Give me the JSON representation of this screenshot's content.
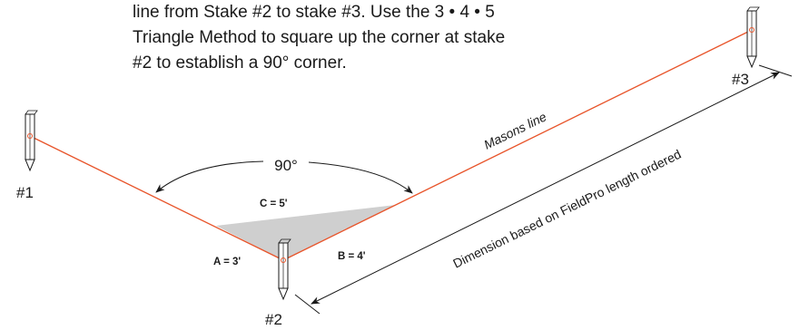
{
  "instructions": {
    "lines": [
      "line from Stake #2 to stake #3. Use the 3 • 4 • 5",
      "Triangle Method to square up the corner at stake",
      "#2 to establish a 90° corner."
    ]
  },
  "diagram": {
    "stakes": [
      {
        "label": "#1"
      },
      {
        "label": "#2"
      },
      {
        "label": "#3"
      }
    ],
    "angle_label": "90°",
    "side_a_label": "A = 3'",
    "side_b_label": "B = 4'",
    "side_c_label": "C = 5'",
    "line_label": "Masons line",
    "dimension_label": "Dimension based on FieldPro length ordered",
    "colors": {
      "masons_line": "#e8542a",
      "triangle_fill": "#cfcfcf",
      "stake_outline": "#1a1a1a",
      "text": "#1a1a1a"
    }
  }
}
